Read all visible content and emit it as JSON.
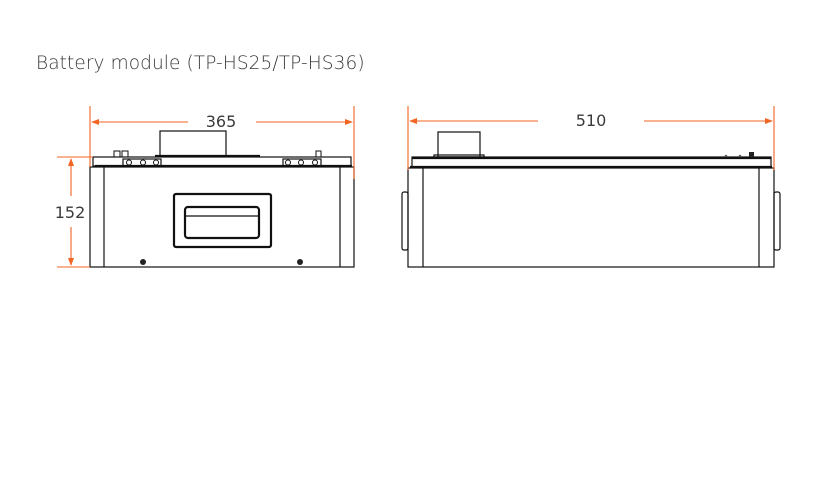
{
  "title": "Battery module (TP-HS25/TP-HS36)",
  "views": [
    {
      "name": "front",
      "dimensions": {
        "width": "365",
        "height": "152"
      }
    },
    {
      "name": "side",
      "dimensions": {
        "length": "510"
      }
    }
  ],
  "colors": {
    "dimension_lines": "#f26522",
    "outline": "#111111",
    "text": "#3a3a3a"
  }
}
